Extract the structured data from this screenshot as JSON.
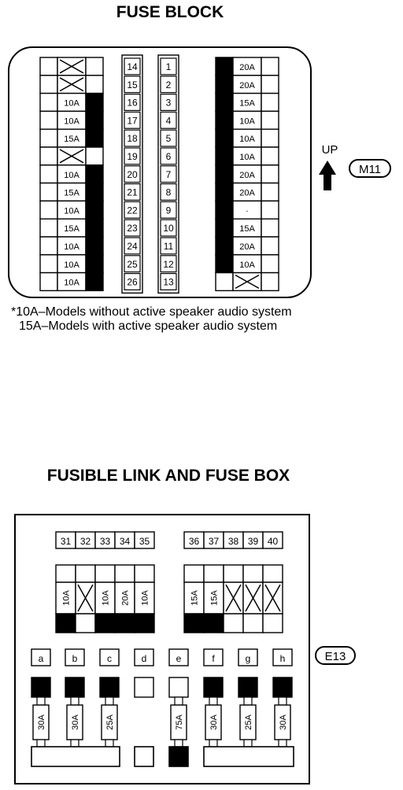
{
  "fuse_block": {
    "title": "FUSE BLOCK",
    "left_column": [
      "X",
      "X",
      "10A",
      "10A",
      "15A",
      "X",
      "10A",
      "15A",
      "10A",
      "15A",
      "10A",
      "10A",
      "10A"
    ],
    "left_column_black": [
      false,
      false,
      true,
      true,
      true,
      false,
      true,
      true,
      true,
      true,
      true,
      true,
      true
    ],
    "numbers_a": [
      "14",
      "15",
      "16",
      "17",
      "18",
      "19",
      "20",
      "21",
      "22",
      "23",
      "24",
      "25",
      "26"
    ],
    "numbers_b": [
      "1",
      "2",
      "3",
      "4",
      "5",
      "6",
      "7",
      "8",
      "9",
      "10",
      "11",
      "12",
      "13"
    ],
    "right_column": [
      "20A",
      "20A",
      "15A",
      "10A",
      "10A",
      "10A",
      "20A",
      "20A",
      "·",
      "15A",
      "20A",
      "10A",
      "X"
    ],
    "right_column_black": [
      true,
      true,
      true,
      true,
      true,
      true,
      true,
      true,
      true,
      true,
      true,
      true,
      false
    ],
    "up_label": "UP",
    "connector_label": "M11",
    "note_line1": "*10A–Models without active speaker audio system",
    "note_line2": "15A–Models with active speaker audio system"
  },
  "fusible_link_box": {
    "title": "FUSIBLE LINK AND FUSE BOX",
    "left_numbers": [
      "31",
      "32",
      "33",
      "34",
      "35"
    ],
    "right_numbers": [
      "36",
      "37",
      "38",
      "39",
      "40"
    ],
    "left_fuses": [
      "10A",
      "X",
      "10A",
      "20A",
      "10A"
    ],
    "left_fuses_black": [
      true,
      false,
      true,
      true,
      true
    ],
    "right_fuses": [
      "15A",
      "15A",
      "X",
      "X",
      "X"
    ],
    "right_fuses_black": [
      true,
      true,
      false,
      false,
      false
    ],
    "link_letters": [
      "a",
      "b",
      "c",
      "d",
      "e",
      "f",
      "g",
      "h"
    ],
    "link_ratings": [
      "30A",
      "30A",
      "25A",
      "",
      "75A",
      "30A",
      "25A",
      "30A"
    ],
    "link_top_black": [
      true,
      true,
      true,
      false,
      false,
      true,
      true,
      true
    ],
    "connector_label": "E13"
  },
  "icons": {
    "up_arrow": "up-arrow-icon",
    "blown_fuse": "x-mark-icon"
  },
  "colors": {
    "ink": "#000000",
    "paper": "#ffffff"
  }
}
